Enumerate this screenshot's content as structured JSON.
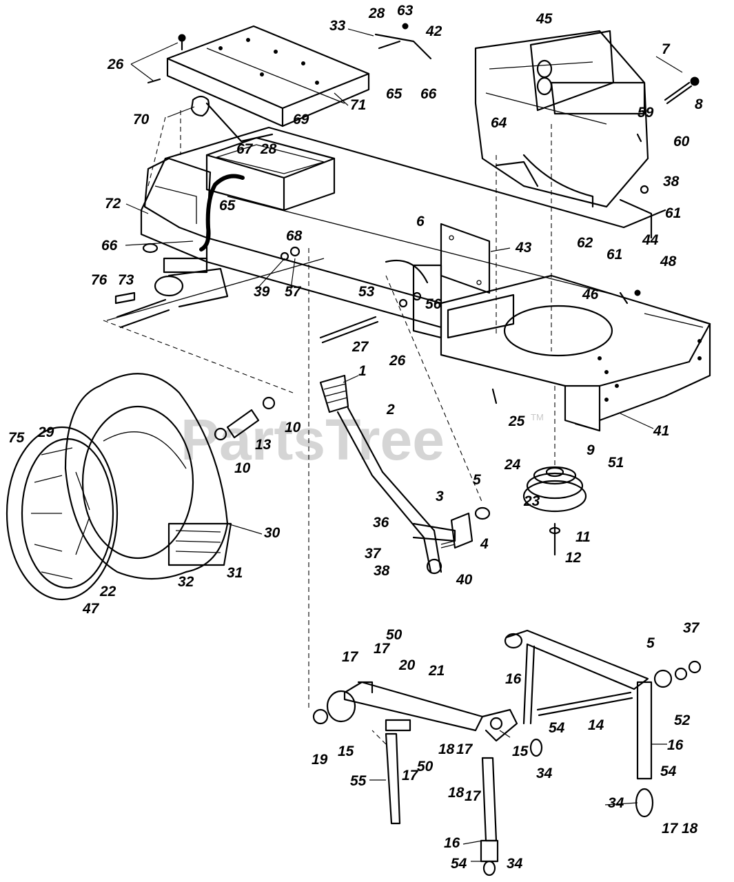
{
  "watermark": {
    "text": "PartsTree",
    "trademark": "TM"
  },
  "callouts": [
    "26",
    "33",
    "28",
    "63",
    "42",
    "45",
    "7",
    "8",
    "70",
    "65",
    "66",
    "71",
    "69",
    "67",
    "28",
    "59",
    "64",
    "60",
    "38",
    "72",
    "65",
    "61",
    "66",
    "68",
    "6",
    "43",
    "62",
    "61",
    "44",
    "76",
    "73",
    "39",
    "57",
    "53",
    "48",
    "46",
    "56",
    "26",
    "27",
    "1",
    "25",
    "41",
    "2",
    "10",
    "13",
    "75",
    "29",
    "10",
    "9",
    "51",
    "24",
    "5",
    "3",
    "36",
    "23",
    "11",
    "37",
    "4",
    "38",
    "12",
    "40",
    "30",
    "22",
    "31",
    "32",
    "47",
    "50",
    "37",
    "17",
    "20",
    "17",
    "21",
    "5",
    "16",
    "52",
    "14",
    "54",
    "19",
    "15",
    "18",
    "17",
    "15",
    "34",
    "16",
    "50",
    "17",
    "55",
    "18",
    "17",
    "54",
    "34",
    "17",
    "18",
    "16",
    "54",
    "34"
  ]
}
